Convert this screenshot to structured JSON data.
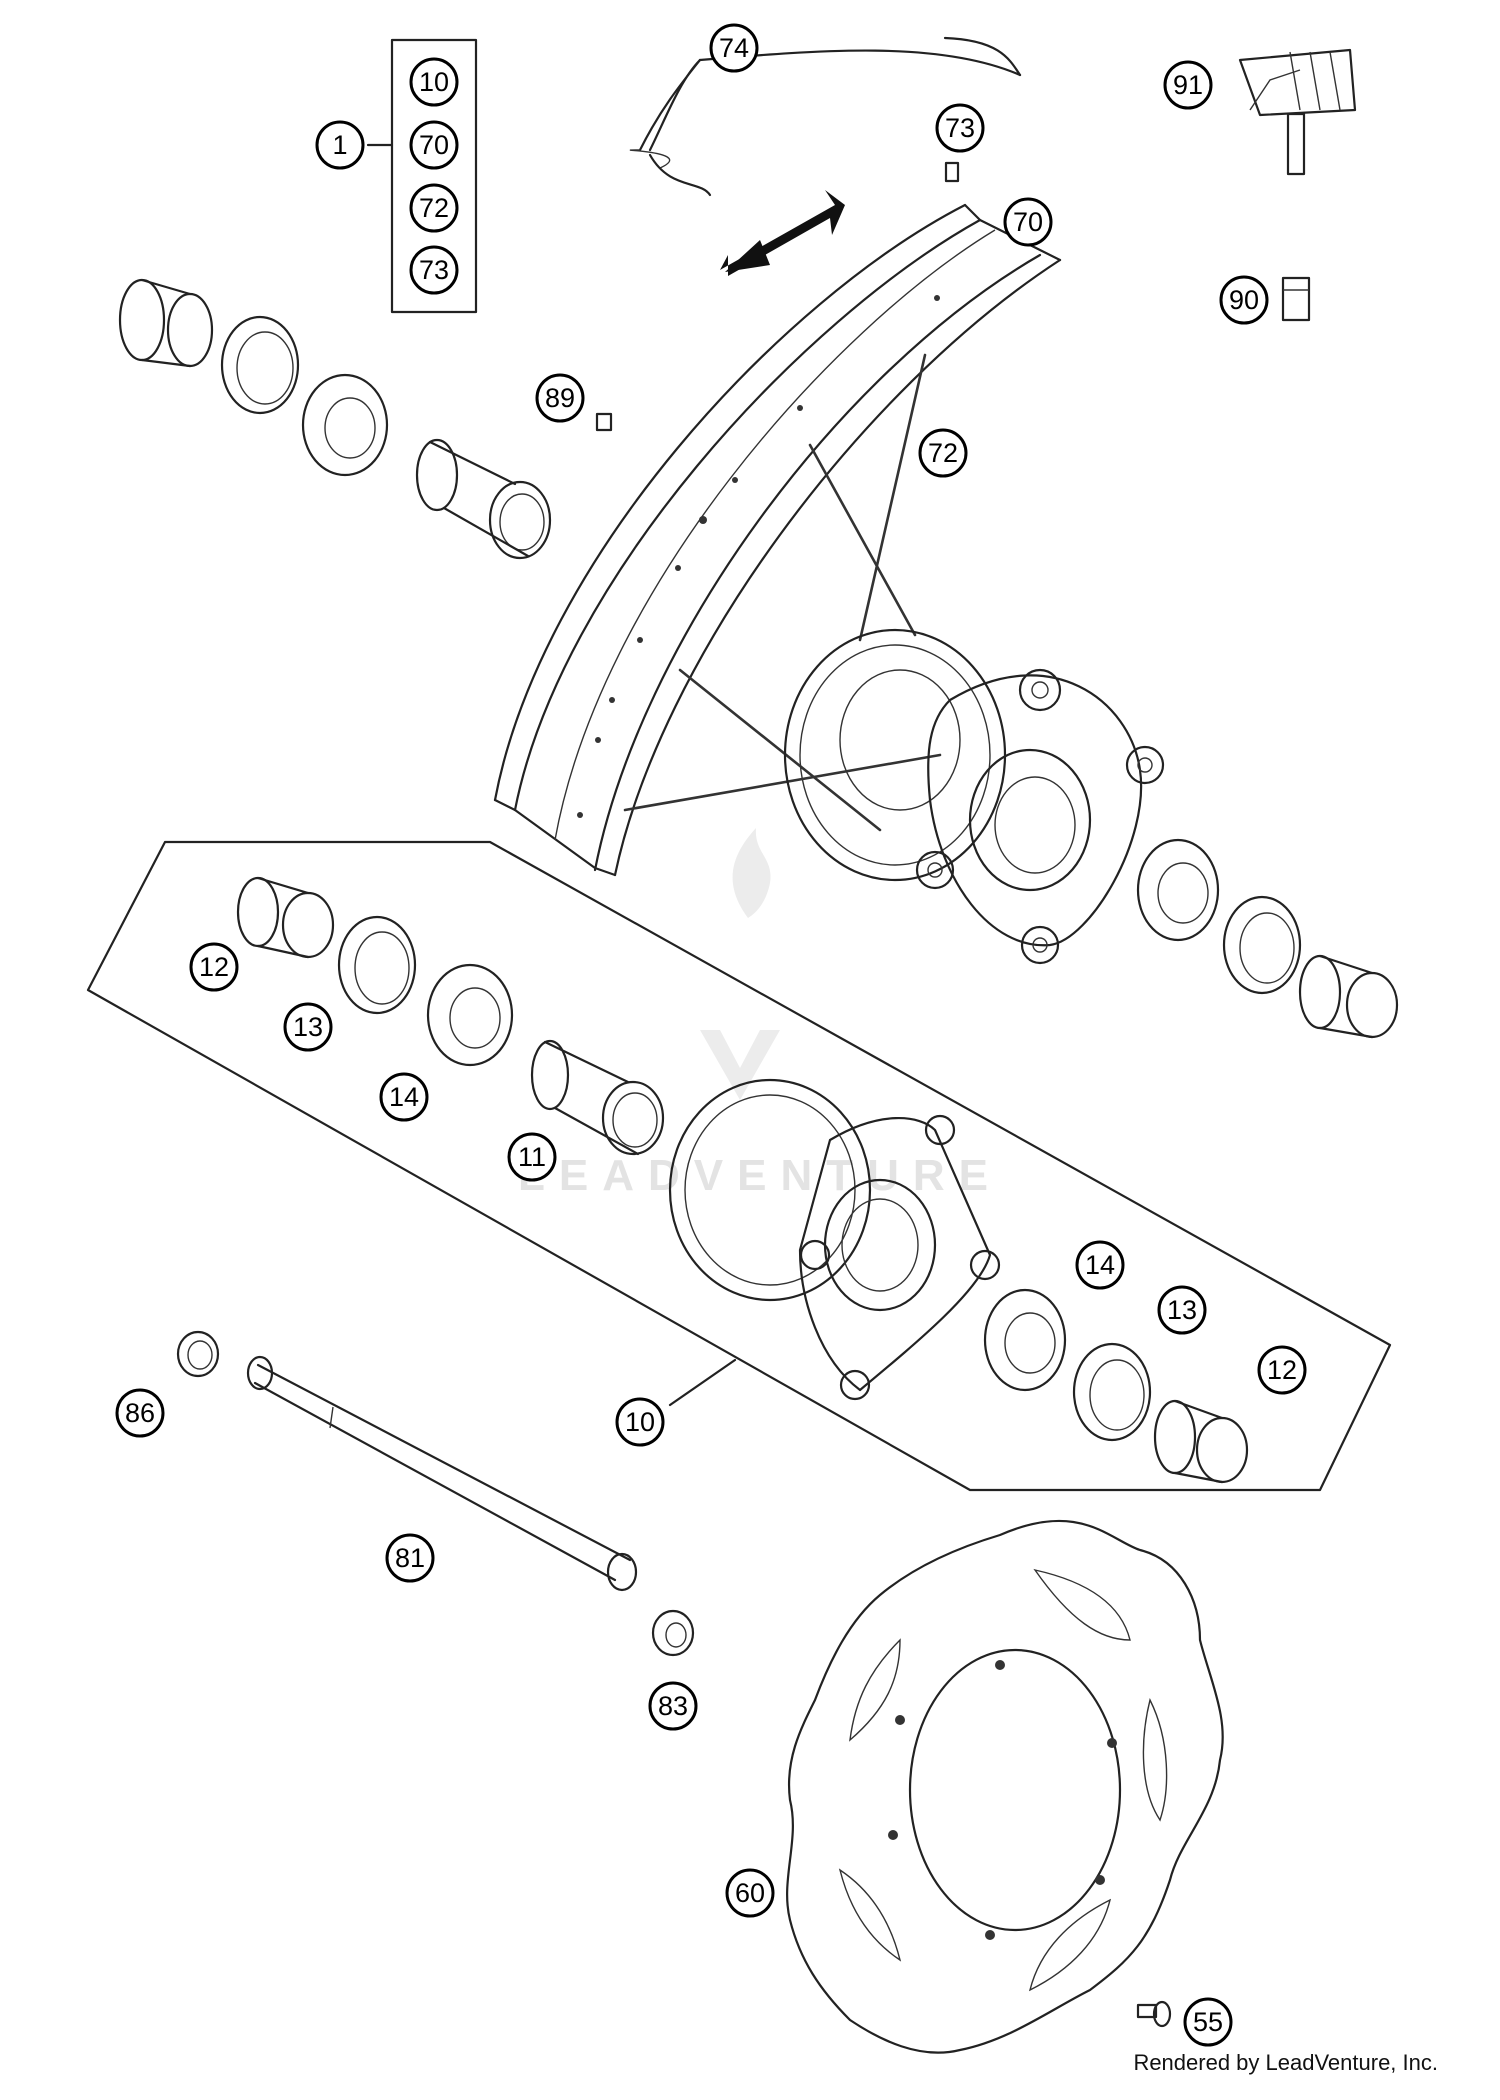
{
  "callouts": {
    "c1": "1",
    "kit_10": "10",
    "kit_70": "70",
    "kit_72": "72",
    "kit_73": "73",
    "c74": "74",
    "c73": "73",
    "c70": "70",
    "c91": "91",
    "c90": "90",
    "c89": "89",
    "c72": "72",
    "c12a": "12",
    "c13a": "13",
    "c14a": "14",
    "c11": "11",
    "c14b": "14",
    "c13b": "13",
    "c12b": "12",
    "c10": "10",
    "c86": "86",
    "c81": "81",
    "c83": "83",
    "c60": "60",
    "c55": "55"
  },
  "watermark": "LEADVENTURE",
  "footer": "Rendered by LeadVenture, Inc."
}
